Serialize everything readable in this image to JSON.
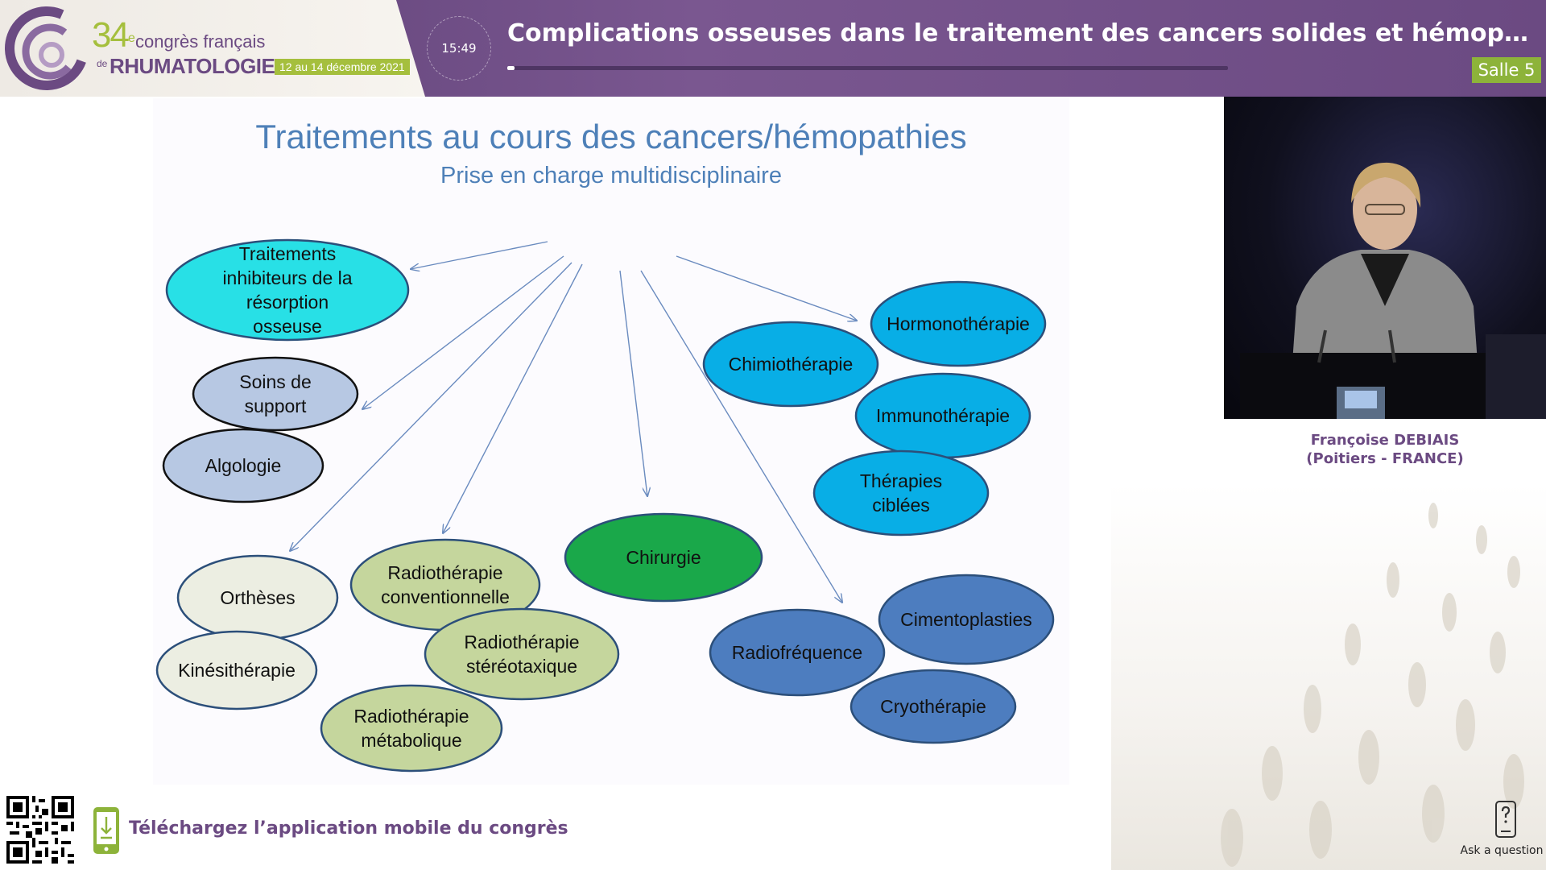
{
  "congress": {
    "number": "34",
    "ordinal": "e",
    "line1": "congrès français",
    "de": "de",
    "line2": "RHUMATOLOGIE",
    "dates": "12 au 14 décembre 2021"
  },
  "session": {
    "timer": "15:49",
    "title": "Complications osseuses dans le traitement des cancers solides et hémopathiques",
    "progress_fraction": 0.01,
    "room": "Salle 5"
  },
  "slide": {
    "title": "Traitements au cours des cancers/hémopathies",
    "subtitle": "Prise en charge multidisciplinaire",
    "bubbles": [
      {
        "id": "inhibiteurs",
        "lines": [
          "Traitements",
          "inhibiteurs de la",
          "résorption",
          "osseuse"
        ]
      },
      {
        "id": "soins",
        "lines": [
          "Soins de",
          "support"
        ]
      },
      {
        "id": "algologie",
        "lines": [
          "Algologie"
        ]
      },
      {
        "id": "ortheses",
        "lines": [
          "Orthèses"
        ]
      },
      {
        "id": "kine",
        "lines": [
          "Kinésithérapie"
        ]
      },
      {
        "id": "radio-conv",
        "lines": [
          "Radiothérapie",
          "conventionnelle"
        ]
      },
      {
        "id": "radio-stereo",
        "lines": [
          "Radiothérapie",
          "stéréotaxique"
        ]
      },
      {
        "id": "radio-meta",
        "lines": [
          "Radiothérapie",
          "métabolique"
        ]
      },
      {
        "id": "chirurgie",
        "lines": [
          "Chirurgie"
        ]
      },
      {
        "id": "hormono",
        "lines": [
          "Hormonothérapie"
        ]
      },
      {
        "id": "chimio",
        "lines": [
          "Chimiothérapie"
        ]
      },
      {
        "id": "immuno",
        "lines": [
          "Immunothérapie"
        ]
      },
      {
        "id": "therapies",
        "lines": [
          "Thérapies",
          "ciblées"
        ]
      },
      {
        "id": "cimento",
        "lines": [
          "Cimentoplasties"
        ]
      },
      {
        "id": "radiofreq",
        "lines": [
          "Radiofréquence"
        ]
      },
      {
        "id": "cryo",
        "lines": [
          "Cryothérapie"
        ]
      }
    ]
  },
  "speaker": {
    "name": "Françoise DEBIAIS",
    "affiliation": "(Poitiers - FRANCE)"
  },
  "footer": {
    "app_cta": "Téléchargez l’application mobile du congrès",
    "ask_label": "Ask a question",
    "ask_icon": "question-phone-icon",
    "app_icon": "phone-download-icon"
  },
  "colors": {
    "brand_purple": "#6b4a82",
    "brand_green": "#a5bf3d",
    "slide_blue": "#4e80b8"
  }
}
